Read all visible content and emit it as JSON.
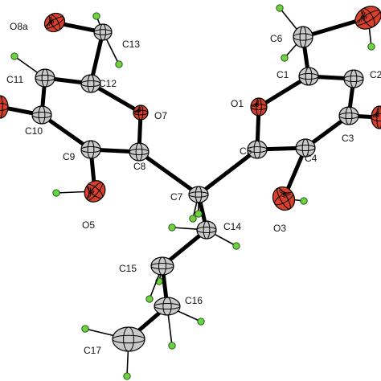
{
  "colors": {
    "carbon": "#c9c9c9",
    "oxygen": "#d9402b",
    "hydrogen": "#6fd042",
    "bond": "#000000",
    "text": "#111111"
  },
  "atoms": [
    {
      "id": "O8a",
      "label": "O8a",
      "element": "O"
    },
    {
      "id": "C13",
      "label": "C13",
      "element": "C"
    },
    {
      "id": "C11",
      "label": "C11",
      "element": "C"
    },
    {
      "id": "C12",
      "label": "C12",
      "element": "C"
    },
    {
      "id": "C10",
      "label": "C10",
      "element": "C"
    },
    {
      "id": "O7",
      "label": "O7",
      "element": "O"
    },
    {
      "id": "C9",
      "label": "C9",
      "element": "C"
    },
    {
      "id": "C8",
      "label": "C8",
      "element": "C"
    },
    {
      "id": "O5",
      "label": "O5",
      "element": "O"
    },
    {
      "id": "C7",
      "label": "C7",
      "element": "C"
    },
    {
      "id": "C14",
      "label": "C14",
      "element": "C"
    },
    {
      "id": "C15",
      "label": "C15",
      "element": "C"
    },
    {
      "id": "C16",
      "label": "C16",
      "element": "C"
    },
    {
      "id": "C17",
      "label": "C17",
      "element": "C"
    },
    {
      "id": "C6",
      "label": "C6",
      "element": "C"
    },
    {
      "id": "C1",
      "label": "C1",
      "element": "C"
    },
    {
      "id": "C2",
      "label": "C2",
      "element": "C"
    },
    {
      "id": "O1",
      "label": "O1",
      "element": "O"
    },
    {
      "id": "C5",
      "label": "C5",
      "element": "C"
    },
    {
      "id": "C4",
      "label": "C4",
      "element": "C"
    },
    {
      "id": "C3",
      "label": "C3",
      "element": "C"
    },
    {
      "id": "O3",
      "label": "O3",
      "element": "O"
    },
    {
      "id": "O10",
      "label": "",
      "element": "O"
    },
    {
      "id": "O2",
      "label": "",
      "element": "O"
    },
    {
      "id": "O6a",
      "label": "",
      "element": "O"
    }
  ],
  "bonds": [
    [
      "O8a",
      "C13"
    ],
    [
      "C13",
      "C12"
    ],
    [
      "C12",
      "C11"
    ],
    [
      "C11",
      "C10"
    ],
    [
      "C10",
      "C9"
    ],
    [
      "C9",
      "C8"
    ],
    [
      "C8",
      "O7"
    ],
    [
      "O7",
      "C12"
    ],
    [
      "C9",
      "O5"
    ],
    [
      "C10",
      "O10"
    ],
    [
      "C8",
      "C7"
    ],
    [
      "C7",
      "C5"
    ],
    [
      "C7",
      "C14"
    ],
    [
      "C14",
      "C15"
    ],
    [
      "C15",
      "C16"
    ],
    [
      "C16",
      "C17"
    ],
    [
      "C5",
      "O1"
    ],
    [
      "O1",
      "C1"
    ],
    [
      "C1",
      "C6"
    ],
    [
      "C6",
      "O6a"
    ],
    [
      "C1",
      "C2"
    ],
    [
      "C2",
      "C3"
    ],
    [
      "C3",
      "C4"
    ],
    [
      "C4",
      "C5"
    ],
    [
      "C4",
      "O3"
    ],
    [
      "C3",
      "O2"
    ]
  ]
}
